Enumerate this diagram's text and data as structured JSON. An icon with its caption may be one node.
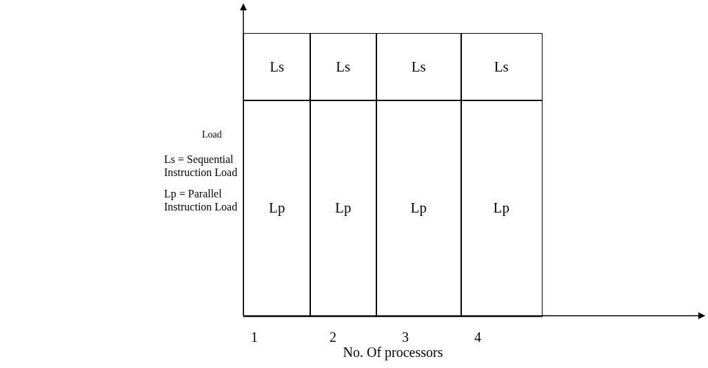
{
  "diagram": {
    "nodes": [
      {
        "text": [
          "Ls"
        ]
      },
      {
        "text": [
          "Ls"
        ]
      },
      {
        "text": [
          "Ls"
        ]
      },
      {
        "text": [
          "Ls"
        ]
      },
      {
        "text": [
          "Lp"
        ]
      },
      {
        "text": [
          "Lp"
        ]
      },
      {
        "text": [
          "Lp"
        ]
      },
      {
        "text": [
          "Lp"
        ]
      }
    ],
    "labels": [
      "Load",
      "1",
      "2",
      "3",
      "4",
      "No. Of processors",
      "Ls = Sequential Instruction Load",
      "Lp = Parallel Instruction Load"
    ]
  }
}
